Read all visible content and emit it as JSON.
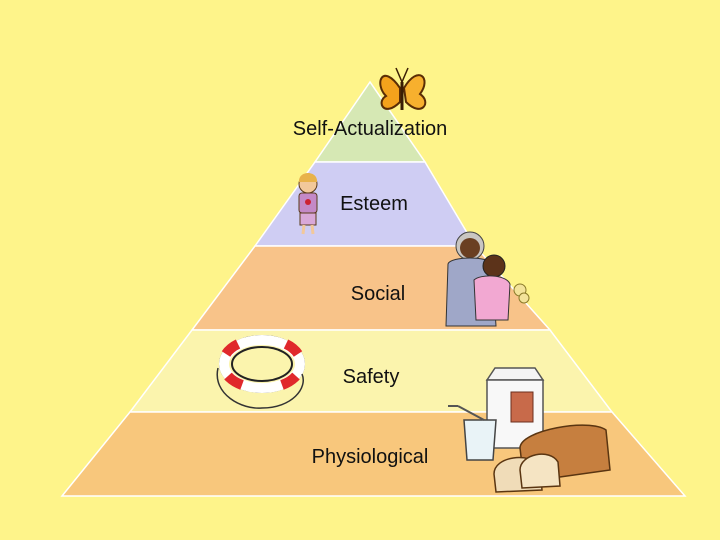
{
  "pyramid": {
    "levels": [
      {
        "label": "Self-Actualization",
        "fill": "#d6e8b4"
      },
      {
        "label": "Esteem",
        "fill": "#cfcdf3"
      },
      {
        "label": "Social",
        "fill": "#f8c389"
      },
      {
        "label": "Safety",
        "fill": "#fbf4ad"
      },
      {
        "label": "Physiological",
        "fill": "#f8c77c"
      }
    ]
  },
  "colors": {
    "background": "#fef48a",
    "outline": "#ffffff"
  },
  "clipart": [
    "butterfly-icon",
    "girl-figure",
    "hug-figures",
    "life-ring-icon",
    "milk-carton-icon",
    "glass-icon",
    "bread-icon"
  ]
}
